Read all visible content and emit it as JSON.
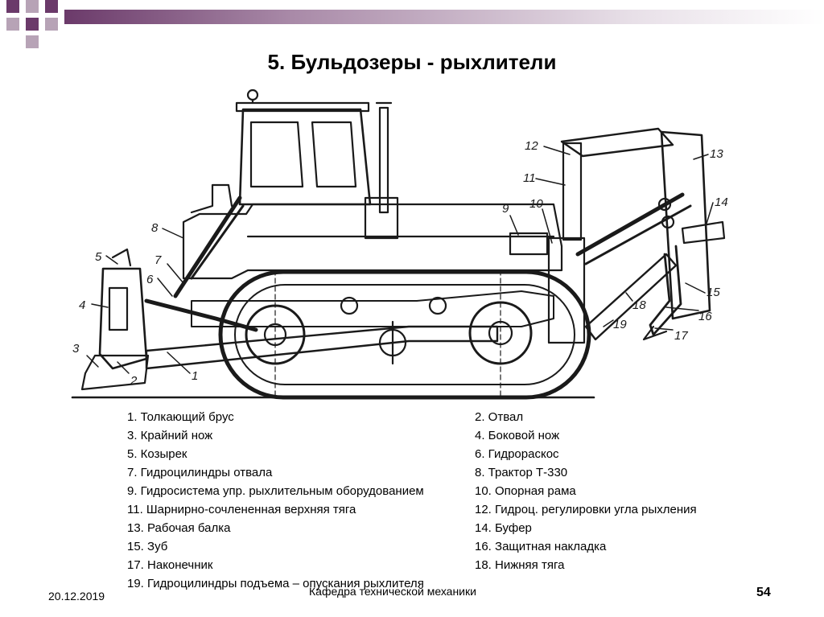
{
  "slide": {
    "title": "5. Бульдозеры - рыхлители",
    "date": "20.12.2019",
    "department": "Кафедра технической механики",
    "page_number": "54"
  },
  "callouts": [
    "1",
    "2",
    "3",
    "4",
    "5",
    "6",
    "7",
    "8",
    "9",
    "10",
    "11",
    "12",
    "13",
    "14",
    "15",
    "16",
    "17",
    "18",
    "19"
  ],
  "legend": [
    {
      "left": "1. Толкающий брус",
      "right": "2. Отвал"
    },
    {
      "left": "3. Крайний нож",
      "right": "4. Боковой нож"
    },
    {
      "left": "5. Козырек",
      "right": "6. Гидрораскос"
    },
    {
      "left": "7. Гидроцилиндры отвала",
      "right": "8. Трактор Т-330"
    },
    {
      "left": "9. Гидросистема упр. рыхлительным оборудованием",
      "right": "10. Опорная рама"
    },
    {
      "left": "11. Шарнирно-сочлененная верхняя тяга",
      "right": "12. Гидроц. регулировки угла рыхления"
    },
    {
      "left": "13. Рабочая балка",
      "right": "14. Буфер"
    },
    {
      "left": "15. Зуб",
      "right": "16. Защитная накладка"
    },
    {
      "left": "17. Наконечник",
      "right": "18. Нижняя тяга"
    },
    {
      "left": "19. Гидроцилиндры подъема – опускания рыхлителя",
      "right": ""
    }
  ],
  "colors": {
    "accent": "#6b3a6a",
    "ink": "#1a1a1a"
  }
}
